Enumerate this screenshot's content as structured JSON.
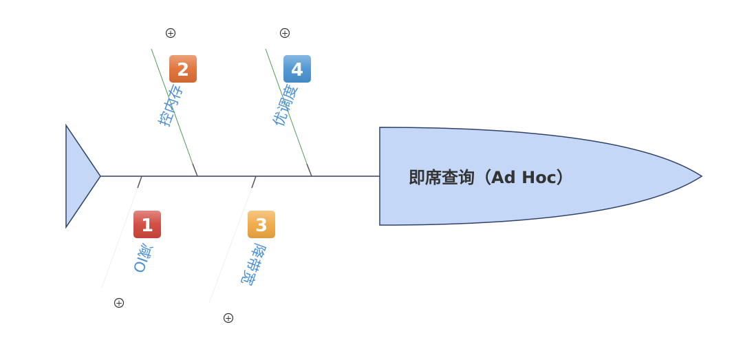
{
  "head": {
    "title": "即席查询（Ad Hoc）",
    "fill": "#c5d7f7",
    "stroke": "#2f4068"
  },
  "spine": {
    "color": "#2f4068"
  },
  "branches": [
    {
      "number": "1",
      "label": "减IO",
      "badge_color": "#d0453c",
      "expand_icon": "plus-circle-icon"
    },
    {
      "number": "2",
      "label": "控内存",
      "badge_color": "#e06f34",
      "expand_icon": "plus-circle-icon"
    },
    {
      "number": "3",
      "label": "降带宽",
      "badge_color": "#f0a843",
      "expand_icon": "plus-circle-icon"
    },
    {
      "number": "4",
      "label": "优调度",
      "badge_color": "#4a93d2",
      "expand_icon": "plus-circle-icon"
    }
  ],
  "expand_symbol": "+"
}
